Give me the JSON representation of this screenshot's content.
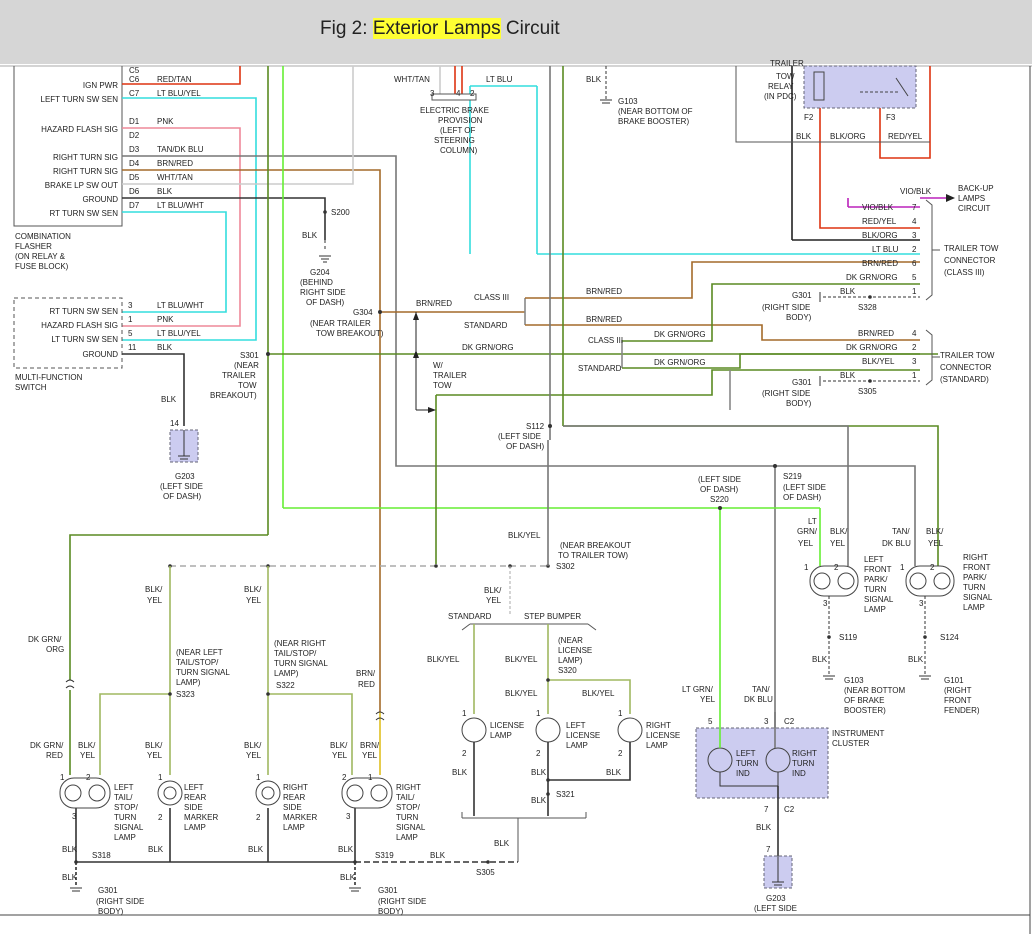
{
  "header": {
    "prefix": "Fig 2: ",
    "highlight": "Exterior Lamps",
    "suffix": " Circuit"
  },
  "colors": {
    "title_bar": "#d6d6d6",
    "highlight": "#ffff33",
    "module_fill": "#ccccf0",
    "dk_grn_org": "#5a8a22",
    "brn": "#8a5a2a",
    "lt_blu": "#33cccc",
    "lt_grn": "#66ee33",
    "red": "#dd3311",
    "vio": "#bb22bb",
    "yel": "#e0c020"
  },
  "cf": {
    "pin_labels": [
      "IGN PWR",
      "LEFT TURN SW SEN",
      "HAZARD FLASH SIG",
      "RIGHT TURN SIG",
      "RIGHT TURN SIG",
      "BRAKE LP SW OUT",
      "GROUND",
      "RT TURN SW SEN"
    ],
    "pins": [
      "C5",
      "C6",
      "C7",
      "D1",
      "D2",
      "D3",
      "D4",
      "D5",
      "D6",
      "D7"
    ],
    "wires": [
      "RED/TAN",
      "LT BLU/YEL",
      "PNK",
      "TAN/DK BLU",
      "BRN/RED",
      "WHT/TAN",
      "BLK",
      "LT BLU/WHT"
    ],
    "title": [
      "COMBINATION",
      "FLASHER",
      "(ON RELAY &",
      "FUSE BLOCK)"
    ]
  },
  "mfs": {
    "pin_labels": [
      "RT TURN SW SEN",
      "HAZARD FLASH SIG",
      "LT TURN SW SEN",
      "GROUND"
    ],
    "pins": [
      "3",
      "1",
      "5",
      "11"
    ],
    "wires": [
      "LT BLU/WHT",
      "PNK",
      "LT BLU/YEL",
      "BLK"
    ],
    "title": [
      "MULTI-FUNCTION",
      "SWITCH"
    ]
  },
  "splices": {
    "s200": "S200",
    "s301": "S301",
    "s304": "G304",
    "s112": "S112",
    "s302": "S302",
    "s219": "S219",
    "s220": "S220",
    "s323": "S323",
    "s322": "S322",
    "s320": "S320",
    "s321": "S321",
    "s318": "S318",
    "s319": "S319",
    "s305": "S305",
    "s328": "S328",
    "s305b": "S305",
    "s119": "S119",
    "s124": "S124"
  },
  "notes": {
    "s301_note": [
      "(NEAR",
      "TRAILER",
      "TOW",
      "BREAKOUT)"
    ],
    "g304_note": [
      "(NEAR TRAILER",
      "TOW BREAKOUT)"
    ],
    "s112_note": [
      "(LEFT SIDE",
      "OF DASH)"
    ],
    "s302_note": [
      "(NEAR BREAKOUT",
      "TO TRAILER TOW)"
    ],
    "s219_note": [
      "(LEFT SIDE",
      "OF DASH)"
    ],
    "s220_note": [
      "(LEFT SIDE",
      "OF DASH)"
    ],
    "s323_note": [
      "(NEAR LEFT",
      "TAIL/STOP/",
      "TURN SIGNAL",
      "LAMP)"
    ],
    "s322_note": [
      "(NEAR RIGHT",
      "TAIL/STOP/",
      "TURN SIGNAL",
      "LAMP)"
    ],
    "s320_note": [
      "(NEAR",
      "LICENSE",
      "LAMP)"
    ],
    "w_trailer": [
      "W/",
      "TRAILER",
      "TOW"
    ],
    "class3": "CLASS III",
    "standard": "STANDARD",
    "standard2": "STANDARD",
    "step_bumper": "STEP BUMPER"
  },
  "grounds": {
    "g204": [
      "G204",
      "(BEHIND",
      "RIGHT SIDE",
      "OF DASH)"
    ],
    "g203": [
      "G203",
      "(LEFT SIDE",
      "OF DASH)"
    ],
    "g103a": [
      "G103",
      "(NEAR BOTTOM OF",
      "BRAKE BOOSTER)"
    ],
    "g301a": [
      "G301",
      "(RIGHT SIDE",
      "BODY)"
    ],
    "g301b": [
      "G301",
      "(RIGHT SIDE",
      "BODY)"
    ],
    "g103b": [
      "G103",
      "(NEAR BOTTOM",
      "OF BRAKE",
      "BOOSTER)"
    ],
    "g101": [
      "G101",
      "(RIGHT",
      "FRONT",
      "FENDER)"
    ],
    "g301c": [
      "G301",
      "(RIGHT SIDE",
      "BODY)"
    ],
    "g301d": [
      "G301",
      "(RIGHT SIDE",
      "BODY)"
    ],
    "g203b": [
      "G203",
      "(LEFT SIDE"
    ]
  },
  "components": {
    "ebp": [
      "ELECTRIC BRAKE",
      "PROVISION",
      "(LEFT OF",
      "STEERING",
      "COLUMN)"
    ],
    "relay": [
      "TRAILER",
      "TOW",
      "RELAY",
      "(IN PDC)"
    ],
    "backup": [
      "BACK-UP",
      "LAMPS",
      "CIRCUIT"
    ],
    "ttc3": [
      "TRAILER TOW",
      "CONNECTOR",
      "(CLASS III)"
    ],
    "ttcs": [
      "TRAILER TOW",
      "CONNECTOR",
      "(STANDARD)"
    ],
    "lf_park": [
      "LEFT",
      "FRONT",
      "PARK/",
      "TURN",
      "SIGNAL",
      "LAMP"
    ],
    "rf_park": [
      "RIGHT",
      "FRONT",
      "PARK/",
      "TURN",
      "SIGNAL",
      "LAMP"
    ],
    "left_tail": [
      "LEFT",
      "TAIL/",
      "STOP/",
      "TURN",
      "SIGNAL",
      "LAMP"
    ],
    "left_marker": [
      "LEFT",
      "REAR",
      "SIDE",
      "MARKER",
      "LAMP"
    ],
    "right_marker": [
      "RIGHT",
      "REAR",
      "SIDE",
      "MARKER",
      "LAMP"
    ],
    "right_tail": [
      "RIGHT",
      "TAIL/",
      "STOP/",
      "TURN",
      "SIGNAL",
      "LAMP"
    ],
    "license1": [
      "LICENSE",
      "LAMP"
    ],
    "license2": [
      "LEFT",
      "LICENSE",
      "LAMP"
    ],
    "license3": [
      "RIGHT",
      "LICENSE",
      "LAMP"
    ],
    "cluster": [
      "INSTRUMENT",
      "CLUSTER"
    ],
    "left_ind": [
      "LEFT",
      "TURN",
      "IND"
    ],
    "right_ind": [
      "RIGHT",
      "TURN",
      "IND"
    ]
  },
  "wire_labels": {
    "blk": "BLK",
    "blk_yel": "BLK/YEL",
    "blk_slash_yel": [
      "BLK/",
      "YEL"
    ],
    "brn_red": "BRN/RED",
    "brn_slash_red": [
      "BRN/",
      "RED"
    ],
    "dk_grn_org": "DK GRN/ORG",
    "dk_grn_slash_org": [
      "DK GRN/",
      "ORG"
    ],
    "dk_grn_slash_red": [
      "DK GRN/",
      "RED"
    ],
    "lt_blu": "LT BLU",
    "wht_tan": "WHT/TAN",
    "red_yel": "RED/YEL",
    "blk_org": "BLK/ORG",
    "vio_blk": "VIO/BLK",
    "lt_grn_yel": [
      "LT",
      "GRN/",
      "YEL"
    ],
    "lt_grn_slash_yel": [
      "LT GRN/",
      "YEL"
    ],
    "tan_dk_blu": [
      "TAN/",
      "DK BLU"
    ],
    "red": "RED"
  },
  "pins": {
    "ebp": [
      "3",
      "4",
      "2"
    ],
    "relay": [
      "F2",
      "F3"
    ],
    "ttc3": [
      "7",
      "4",
      "3",
      "2",
      "6",
      "5",
      "1"
    ],
    "ttcs": [
      "4",
      "2",
      "3",
      "1"
    ],
    "cluster_pins": [
      "5",
      "3",
      "C2",
      "7",
      "C2"
    ],
    "g203_pin": "14",
    "g203b_pin": "7",
    "lamp_pins": [
      "1",
      "2",
      "3"
    ]
  }
}
